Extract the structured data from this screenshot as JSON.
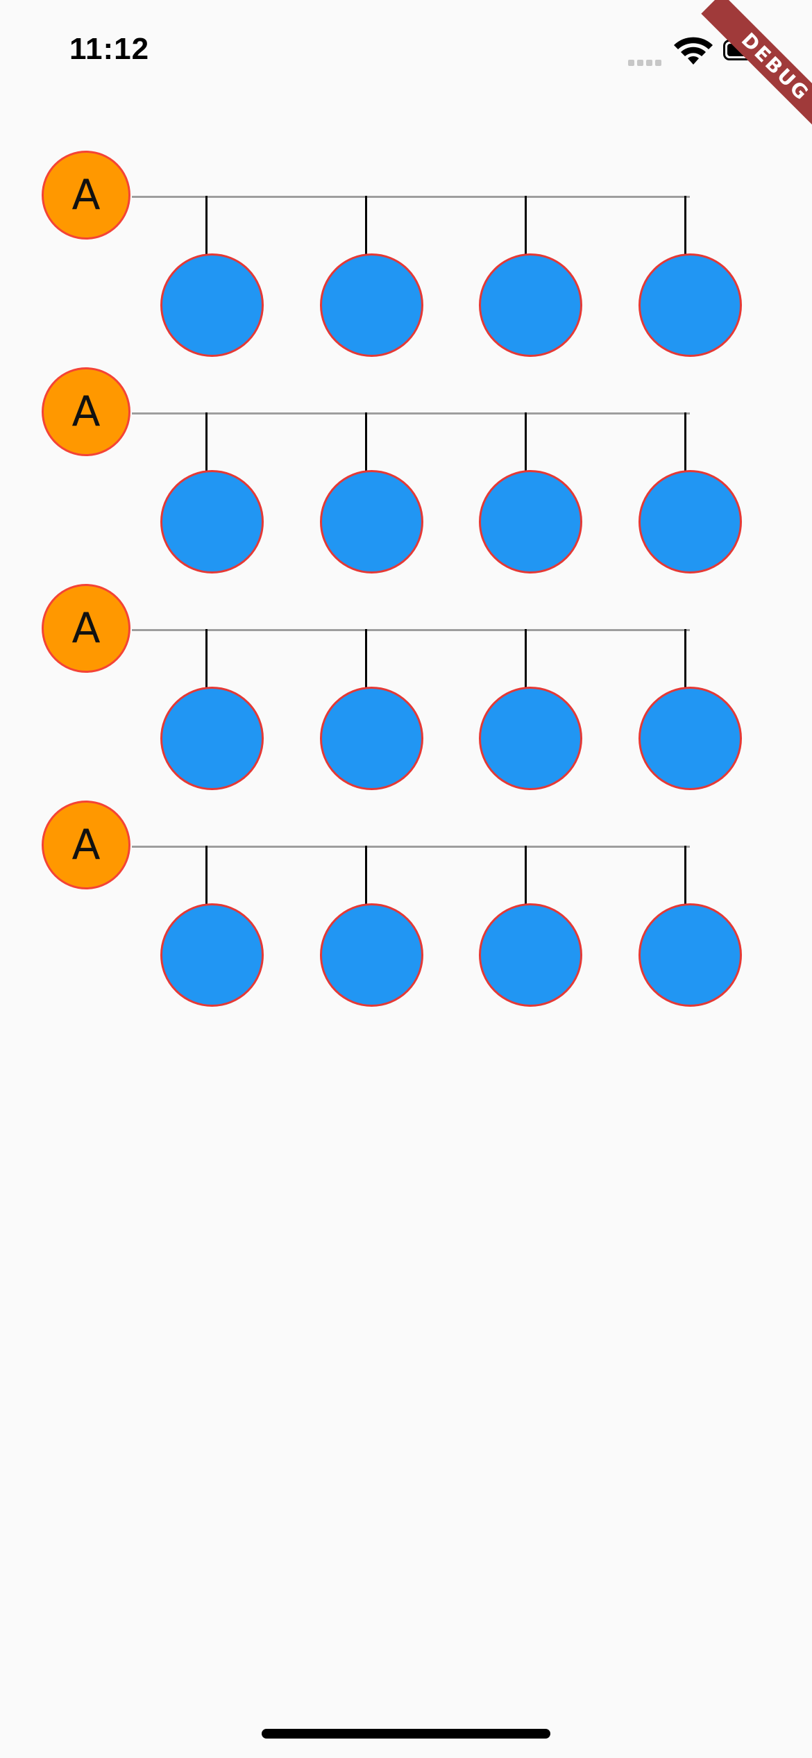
{
  "status_bar": {
    "time": "11:12"
  },
  "debug_banner": "DEBUG",
  "trees": [
    {
      "root_label": "A",
      "children": [
        {},
        {},
        {},
        {}
      ]
    },
    {
      "root_label": "A",
      "children": [
        {},
        {},
        {},
        {}
      ]
    },
    {
      "root_label": "A",
      "children": [
        {},
        {},
        {},
        {}
      ]
    },
    {
      "root_label": "A",
      "children": [
        {},
        {},
        {},
        {}
      ]
    }
  ],
  "colors": {
    "root_fill": "#ff9800",
    "child_fill": "#2196f3",
    "node_border": "#f44336",
    "connector": "#9e9e9e",
    "branch": "#000000",
    "debug_banner": "#a03a3a"
  }
}
